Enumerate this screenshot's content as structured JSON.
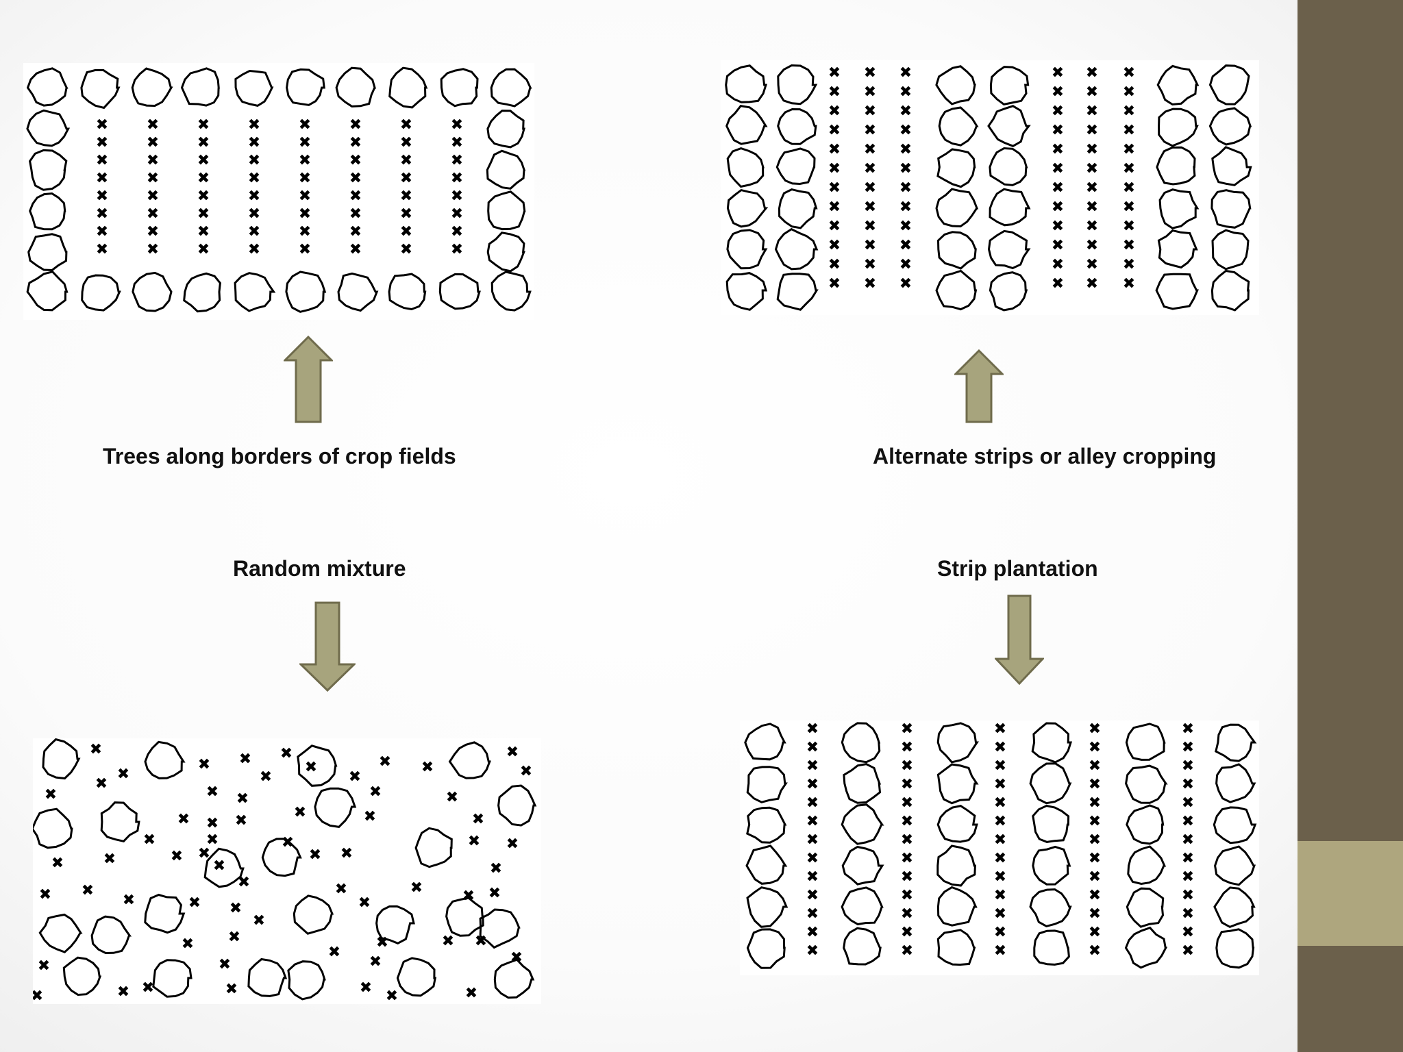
{
  "theme": {
    "band_color": "#6b604b",
    "accent_color": "#aea67e",
    "arrow_fill": "#a7a47d",
    "arrow_stroke": "#6f6b4c"
  },
  "icons": {
    "tree": "tree-icon",
    "crop": "crop-icon",
    "arrow_up": "arrow-up-icon",
    "arrow_down": "arrow-down-icon"
  },
  "captions": {
    "borders": "Trees along borders of crop fields",
    "alley": "Alternate strips or alley cropping",
    "random": "Random mixture",
    "strip": "Strip plantation"
  }
}
